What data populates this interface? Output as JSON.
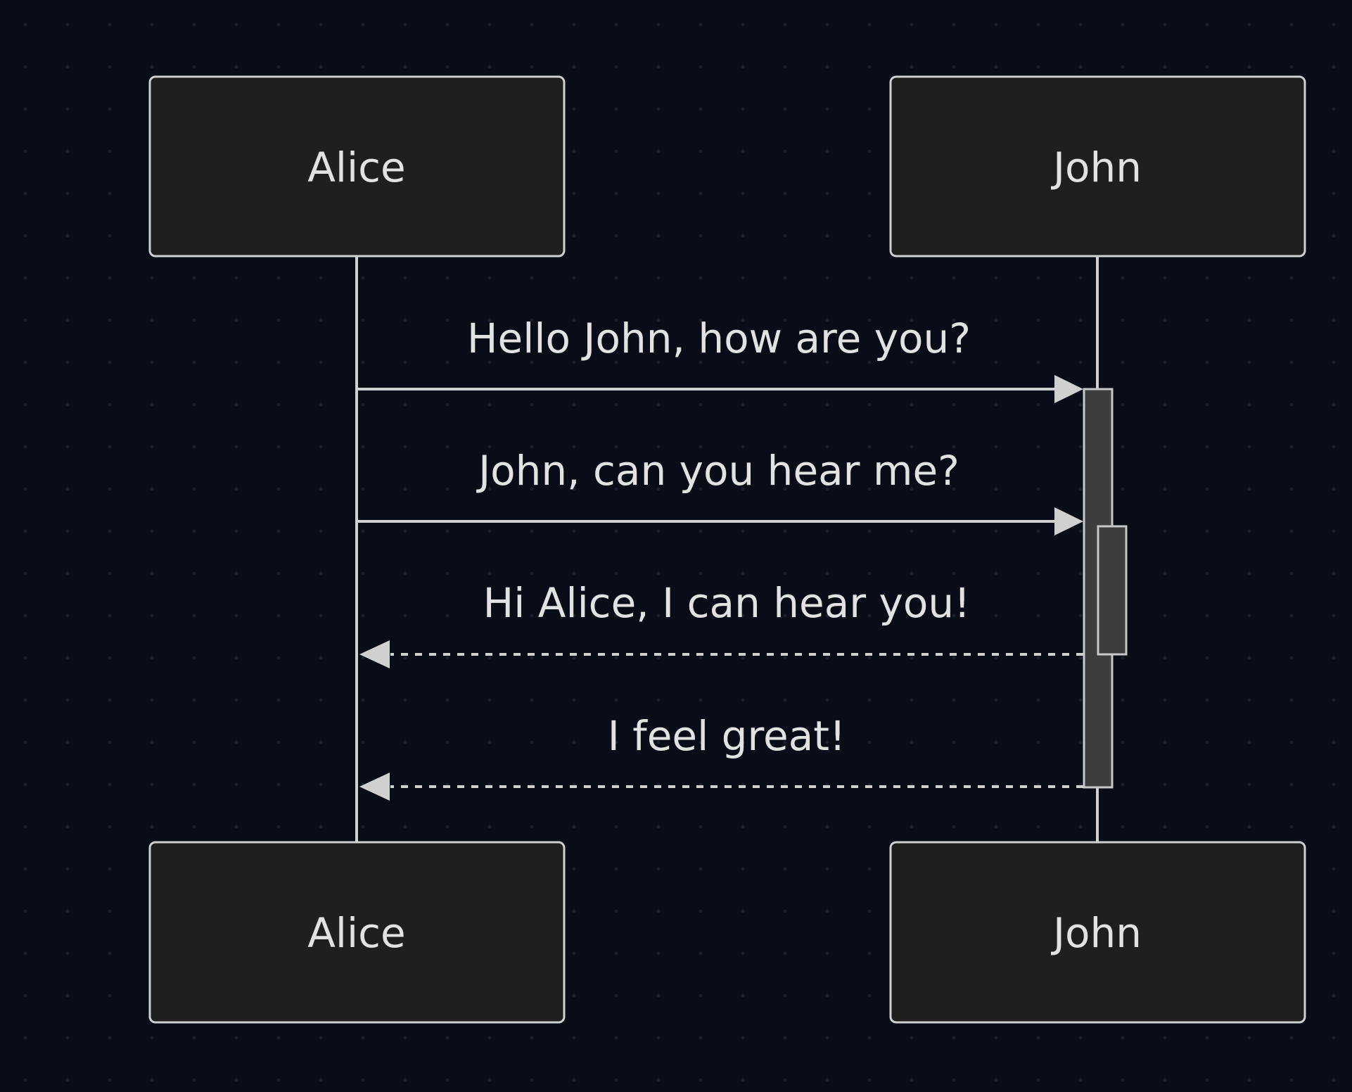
{
  "diagram": {
    "type": "sequence",
    "actors": [
      {
        "id": "alice",
        "label": "Alice"
      },
      {
        "id": "john",
        "label": "John"
      }
    ],
    "messages": [
      {
        "from": "alice",
        "to": "john",
        "text": "Hello John, how are you?",
        "style": "solid"
      },
      {
        "from": "alice",
        "to": "john",
        "text": "John, can you hear me?",
        "style": "solid"
      },
      {
        "from": "john",
        "to": "alice",
        "text": "Hi Alice, I can hear you!",
        "style": "dashed"
      },
      {
        "from": "john",
        "to": "alice",
        "text": "I feel great!",
        "style": "dashed"
      }
    ],
    "activations": [
      {
        "actor": "john",
        "from_message": 0,
        "to_message": 3
      },
      {
        "actor": "john",
        "from_message": 1,
        "to_message": 2
      }
    ]
  },
  "colors": {
    "background": "#090d17",
    "actor_fill": "#1f1f1f",
    "stroke": "#d0d0d0",
    "text": "#e2e2e2",
    "activation_fill": "#3d3d3d"
  }
}
